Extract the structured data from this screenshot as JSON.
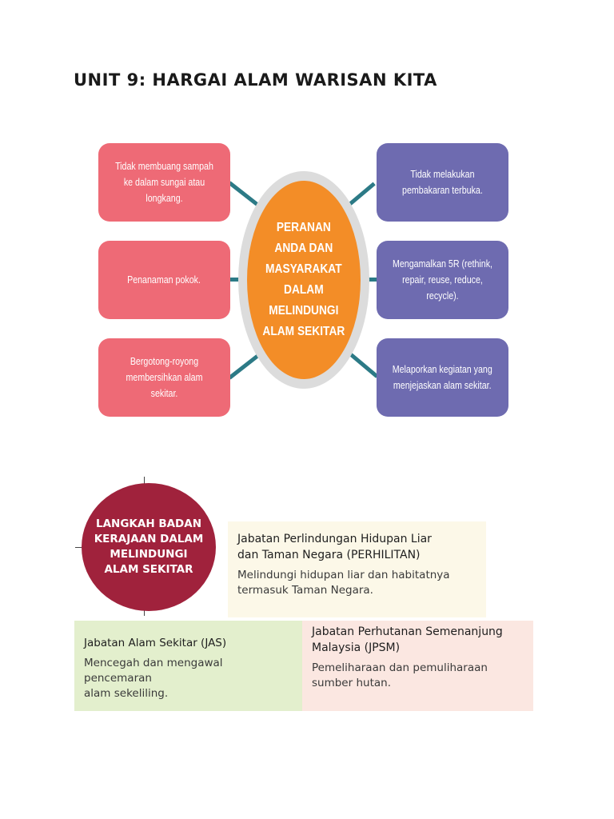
{
  "title": "UNIT 9: HARGAI ALAM WARISAN KITA",
  "diagram1": {
    "center": "PERANAN\nANDA DAN\nMASYARAKAT\nDALAM\nMELINDUNGI\nALAM SEKITAR",
    "left": [
      "Tidak membuang sampah\nke dalam sungai atau longkang.",
      "Penanaman pokok.",
      "Bergotong-royong\nmembersihkan alam sekitar."
    ],
    "right": [
      "Tidak melakukan\npembakaran terbuka.",
      "Mengamalkan 5R (rethink,\nrepair, reuse, reduce, recycle).",
      "Melaporkan kegiatan yang\nmenjejaskan alam sekitar."
    ],
    "colors": {
      "left": "#ee6a76",
      "right": "#6e6bb0",
      "center": "#f38d27",
      "ring": "#dcdcdc",
      "connector": "#2c7a86"
    }
  },
  "diagram2": {
    "center": "LANGKAH BADAN\nKERAJAAN DALAM\nMELINDUNGI\nALAM SEKITAR",
    "perhilitan": {
      "heading": "Jabatan Perlindungan Hidupan Liar\ndan Taman Negara (PERHILITAN)",
      "desc": "Melindungi hidupan liar dan habitatnya\ntermasuk Taman Negara."
    },
    "jas": {
      "heading": "Jabatan Alam Sekitar (JAS)",
      "desc": "Mencegah dan mengawal pencemaran\nalam sekeliling."
    },
    "jpsm": {
      "heading": "Jabatan Perhutanan Semenanjung\nMalaysia (JPSM)",
      "desc": "Pemeliharaan dan pemuliharaan\nsumber hutan."
    },
    "colors": {
      "badge": "#a0223c",
      "perhilitan": "#fcf8e8",
      "jas": "#e3efcd",
      "jpsm": "#fbe7e1"
    }
  }
}
